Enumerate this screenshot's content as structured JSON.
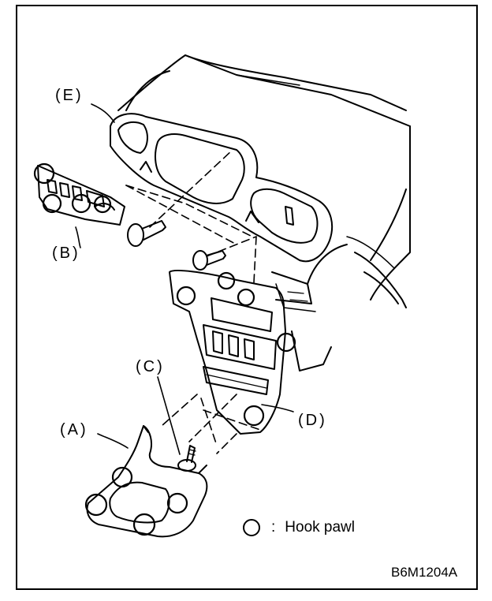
{
  "labels": {
    "A": "(A)",
    "B": "(B)",
    "C": "(C)",
    "D": "(D)",
    "E": "(E)"
  },
  "legend": {
    "symbol": "circle-icon",
    "separator": ":",
    "text": "Hook pawl"
  },
  "figure_code": "B6M1204A",
  "colors": {
    "ink": "#000000",
    "paper": "#ffffff"
  }
}
